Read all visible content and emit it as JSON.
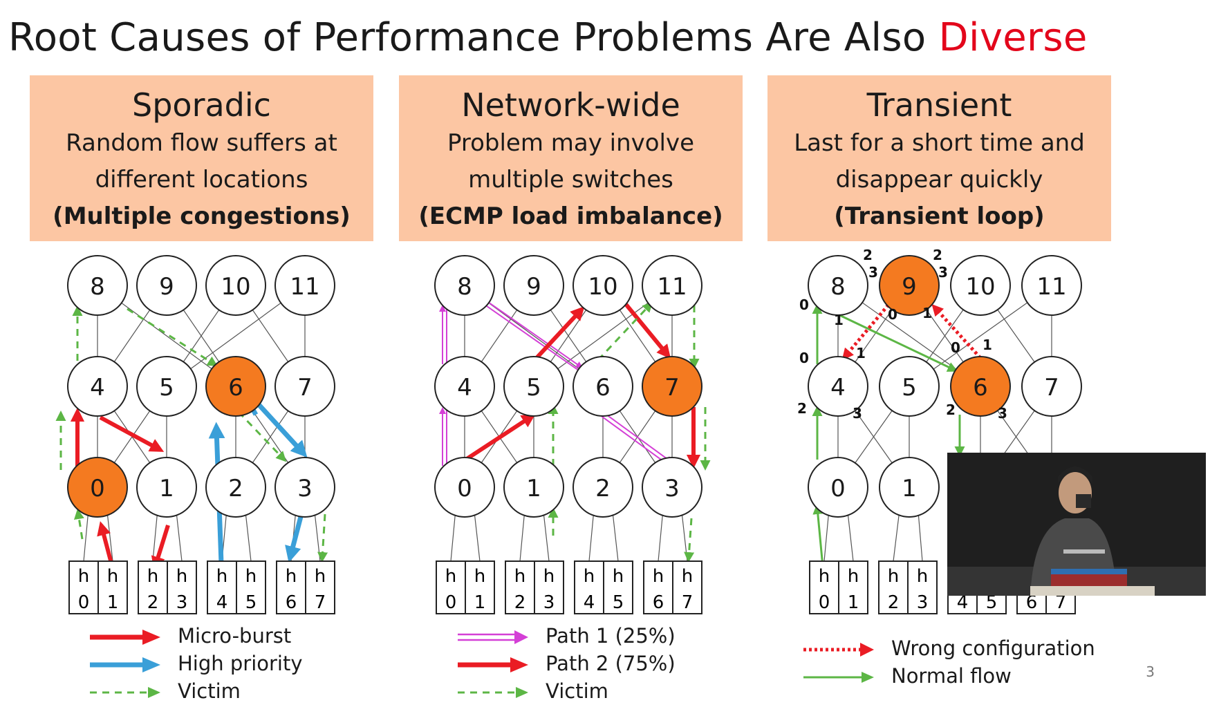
{
  "title": {
    "main": "Root Causes of Performance Problems Are Also",
    "accent": "Diverse"
  },
  "panels": [
    {
      "heading": "Sporadic",
      "line1": "Random flow suffers at",
      "line2": "different locations",
      "line3": "(Multiple congestions)",
      "legend": [
        "Micro-burst",
        "High priority",
        "Victim"
      ]
    },
    {
      "heading": "Network-wide",
      "line1": "Problem may involve",
      "line2": "multiple switches",
      "line3": "(ECMP load imbalance)",
      "legend": [
        "Path 1 (25%)",
        "Path 2 (75%)",
        "Victim"
      ]
    },
    {
      "heading": "Transient",
      "line1": "Last for a short time and",
      "line2": "disappear quickly",
      "line3": "(Transient loop)",
      "legend": [
        "Wrong configuration",
        "Normal flow"
      ]
    }
  ],
  "topology": {
    "core": [
      "8",
      "9",
      "10",
      "11"
    ],
    "agg": [
      "4",
      "5",
      "6",
      "7"
    ],
    "tor": [
      "0",
      "1",
      "2",
      "3"
    ],
    "hosts": [
      [
        "h",
        "0"
      ],
      [
        "h",
        "1"
      ],
      [
        "h",
        "2"
      ],
      [
        "h",
        "3"
      ],
      [
        "h",
        "4"
      ],
      [
        "h",
        "5"
      ],
      [
        "h",
        "6"
      ],
      [
        "h",
        "7"
      ]
    ]
  },
  "highlighted_nodes": {
    "panel1": [
      "0",
      "6"
    ],
    "panel2": [
      "7"
    ],
    "panel3": [
      "9",
      "6"
    ]
  },
  "port_labels": [
    "2",
    "3",
    "2",
    "3",
    "0",
    "1",
    "0",
    "1",
    "0",
    "1",
    "0",
    "1",
    "2",
    "3",
    "2",
    "3"
  ],
  "colors": {
    "card_bg": "#fcc6a3",
    "accent": "#e3061b",
    "node_highlight": "#f47a20",
    "red": "#ea1c24",
    "blue": "#3a9fd8",
    "magenta": "#d43fd6",
    "green": "#5cb645"
  },
  "slide_number": "3"
}
